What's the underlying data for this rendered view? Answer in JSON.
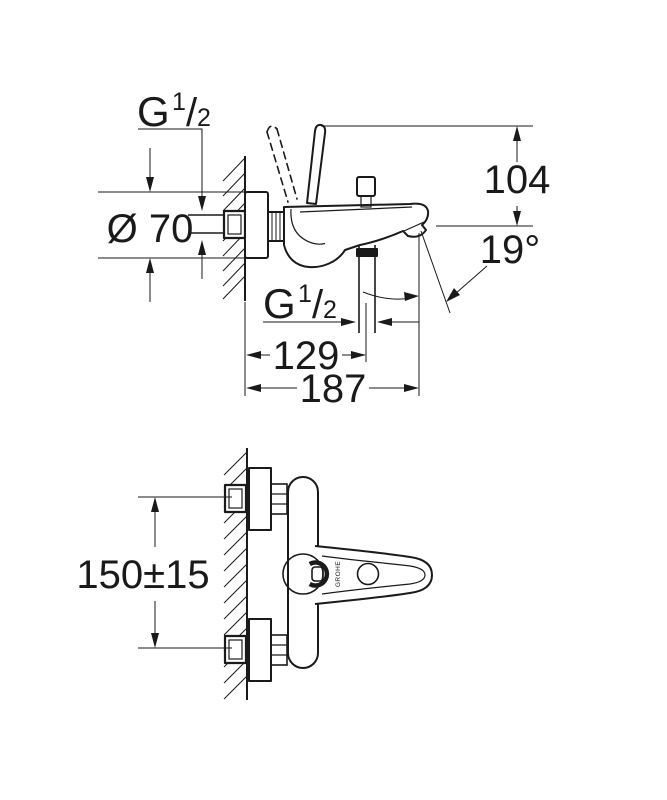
{
  "colors": {
    "background": "#ffffff",
    "line": "#1a1a1a"
  },
  "side_view": {
    "wall_thread_label": {
      "g": "G",
      "numerator": "1",
      "slash": "/",
      "denominator": "2"
    },
    "flange_diameter_label": "Ø 70",
    "height_label": "104",
    "spout_angle_label": "19°",
    "shower_thread_label": {
      "g": "G",
      "numerator": "1",
      "slash": "/",
      "denominator": "2"
    },
    "shower_offset_label": "129",
    "spout_reach_label": "187"
  },
  "front_view": {
    "connection_spacing_label": "150±15",
    "logo_mark": "GROHE"
  }
}
